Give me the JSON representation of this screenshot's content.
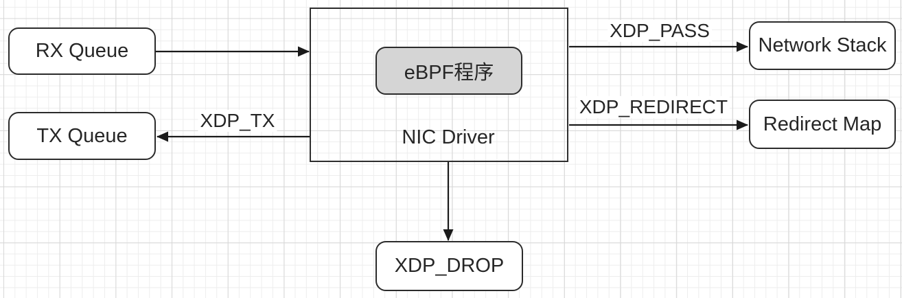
{
  "diagram": {
    "title_hint": "XDP / eBPF packet flow diagram",
    "colors": {
      "background": "#ffffff",
      "grid_minor": "#ededed",
      "grid_major": "#d7d7d7",
      "stroke": "#2b2b2b",
      "arrow": "#1a1a1a",
      "text": "#262626",
      "node_fill": "#ffffff",
      "ebpf_fill": "#d5d5d5"
    },
    "nodes": {
      "rx_queue": {
        "label": "RX Queue"
      },
      "tx_queue": {
        "label": "TX Queue"
      },
      "nic_driver": {
        "label": "NIC Driver"
      },
      "ebpf_program": {
        "label": "eBPF程序"
      },
      "network_stack": {
        "label": "Network Stack"
      },
      "redirect_map": {
        "label": "Redirect Map"
      },
      "xdp_drop": {
        "label": "XDP_DROP"
      }
    },
    "edges": {
      "rx_to_nic": {
        "label": ""
      },
      "nic_to_tx": {
        "label": "XDP_TX"
      },
      "nic_to_network_stack": {
        "label": "XDP_PASS"
      },
      "nic_to_redirect_map": {
        "label": "XDP_REDIRECT"
      },
      "nic_to_xdp_drop": {
        "label": ""
      }
    }
  }
}
